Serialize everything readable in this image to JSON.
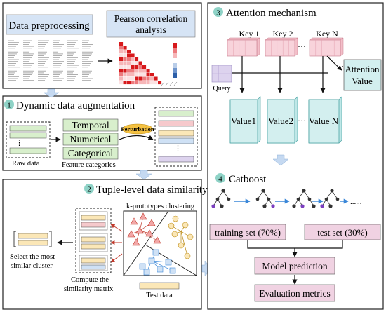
{
  "panels": {
    "p1": {
      "box_label": "Data preprocessing",
      "pearson_label_1": "Pearson correlation",
      "pearson_label_2": "analysis"
    },
    "p2": {
      "number": "1",
      "title": "Dynamic data augmentation",
      "features": [
        "Temporal",
        "Numerical",
        "Categorical"
      ],
      "perturbation": "Perturbation",
      "raw_data": "Raw data",
      "feature_categories": "Feature categories",
      "ellipsis": "⋮"
    },
    "p3": {
      "number": "2",
      "title": "Tuple-level data similarity",
      "clustering": "k-prototypes clustering",
      "select_1": "Select the most",
      "select_2": "similar cluster",
      "compute_1": "Compute the",
      "compute_2": "similarity matrix",
      "test_data": "Test data"
    },
    "p4": {
      "number": "3",
      "title": "Attention mechanism",
      "keys": [
        "Key 1",
        "Key 2",
        "Key N"
      ],
      "key_ellipsis": "···",
      "query": "Query",
      "attention_value_1": "Attention",
      "attention_value_2": "Value",
      "values": [
        "Value1",
        "Value2",
        "Value N"
      ],
      "value_ellipsis": "···"
    },
    "p5": {
      "number": "4",
      "title": "Catboost",
      "tree_ellipsis": "......",
      "training_set": "training set (70%)",
      "test_set": "test set (30%)",
      "model_prediction": "Model prediction",
      "evaluation_metrics": "Evaluation metrics"
    }
  },
  "colors": {
    "arrow_blue": "#c5d9f1",
    "box_blue": "#d6e4f5",
    "feature_green": "#d8efcc",
    "value_teal": "#d3efef",
    "key_pink": "#f8d3db",
    "query_purple": "#ddd3ee",
    "result_pink": "#f0d2e2",
    "number_circle": "#8fd3c7",
    "perturbation_orange": "#f5c242"
  }
}
